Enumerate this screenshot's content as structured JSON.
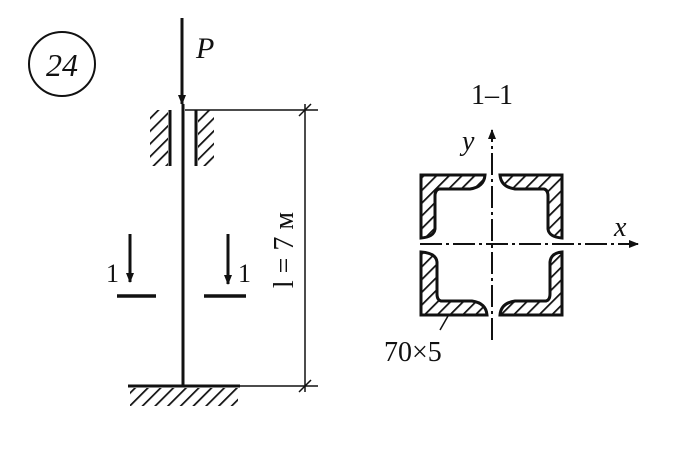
{
  "problem_number": "24",
  "load_label": "P",
  "length_label": "l = 7 м",
  "section_marks": [
    "1",
    "1"
  ],
  "section_title": "1–1",
  "axis_x_label": "x",
  "axis_y_label": "y",
  "angle_profile_label": "70×5",
  "colors": {
    "ink": "#111111",
    "background": "#ffffff"
  }
}
